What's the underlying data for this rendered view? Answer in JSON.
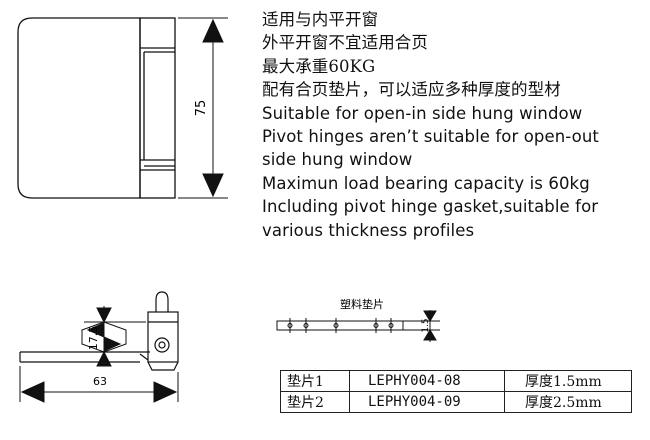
{
  "description": {
    "lines": [
      "适用与内平开窗",
      "外平开窗不宜适用合页",
      "最大承重60KG",
      "配有合页垫片，可以适应多种厚度的型材",
      "Suitable for open-in side hung window",
      "Pivot hinges aren’t suitable for open-out",
      "side hung window",
      "Maximun load bearing capacity is 60kg",
      "Including pivot hinge gasket,suitable for",
      "various thickness profiles"
    ]
  },
  "dimensions": {
    "height": "75",
    "width": "63",
    "offset": "17.5",
    "gasket_thickness": "1.5"
  },
  "gasket_label": "塑料垫片",
  "table": {
    "rows": [
      {
        "name": "垫片1",
        "code": "LEPHY004-08",
        "thickness": "厚度1.5mm"
      },
      {
        "name": "垫片2",
        "code": "LEPHY004-09",
        "thickness": "厚度2.5mm"
      }
    ]
  }
}
